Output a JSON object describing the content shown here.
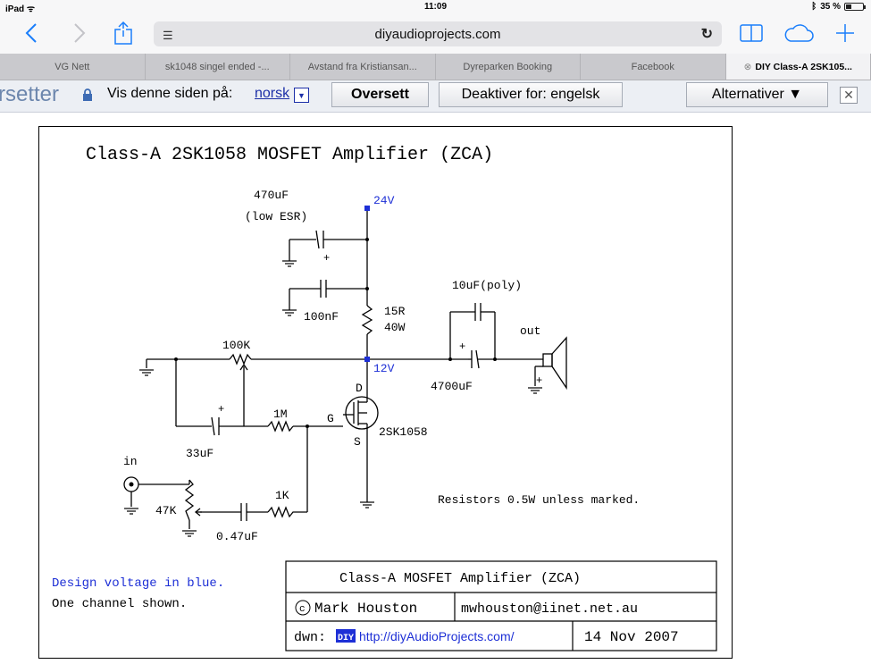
{
  "status": {
    "device": "iPad",
    "time": "11:09",
    "battery": "35 %",
    "battery_level": 0.35
  },
  "toolbar": {
    "url": "diyaudioprojects.com",
    "back_icon": "chevron-left-icon",
    "forward_icon": "chevron-right-icon",
    "share_icon": "share-icon",
    "reader_icon": "reader-icon",
    "reload_icon": "reload-icon",
    "bookmarks_icon": "book-icon",
    "cloud_icon": "cloud-icon",
    "new_tab_icon": "plus-icon"
  },
  "tabs": [
    {
      "label": "VG Nett",
      "active": false
    },
    {
      "label": "sk1048 singel ended -...",
      "active": false
    },
    {
      "label": "Avstand fra Kristiansan...",
      "active": false
    },
    {
      "label": "Dyreparken Booking",
      "active": false
    },
    {
      "label": "Facebook",
      "active": false
    },
    {
      "label": "DIY Class-A 2SK105...",
      "active": true
    }
  ],
  "translate": {
    "brand": "rsetter",
    "prompt": "Vis denne siden på:",
    "language": "norsk",
    "translate_button": "Oversett",
    "disable_button": "Deaktiver for: engelsk",
    "options_button": "Alternativer ▼",
    "close": "✕"
  },
  "schematic": {
    "title": "Class-A 2SK1058 MOSFET Amplifier (ZCA)",
    "labels": {
      "c_470": "470uF",
      "c_470_note": "(low ESR)",
      "v24": "24V",
      "c_100n": "100nF",
      "r_15": "15R",
      "r_15_w": "40W",
      "c_10u": "10uF(poly)",
      "out": "out",
      "pot_100k": "100K",
      "v12": "12V",
      "c_4700": "4700uF",
      "drain": "D",
      "gate": "G",
      "source": "S",
      "r_1m": "1M",
      "fet": "2SK1058",
      "c_33": "33uF",
      "in": "in",
      "r_1k": "1K",
      "pot_47k": "47K",
      "c_047": "0.47uF",
      "note_resistors": "Resistors 0.5W unless marked.",
      "note_design": "Design voltage in blue.",
      "note_channel": "One channel shown.",
      "plus": "+"
    },
    "titleblock": {
      "name": "Class-A MOSFET Amplifier (ZCA)",
      "author": "Mark Houston",
      "email": "mwhouston@iinet.net.au",
      "dwn": "dwn:",
      "badge": "DIY",
      "site": "http://diyAudioProjects.com/",
      "date": "14 Nov 2007"
    },
    "colors": {
      "design_voltage": "#1d2fd6",
      "ink": "#000000"
    }
  }
}
